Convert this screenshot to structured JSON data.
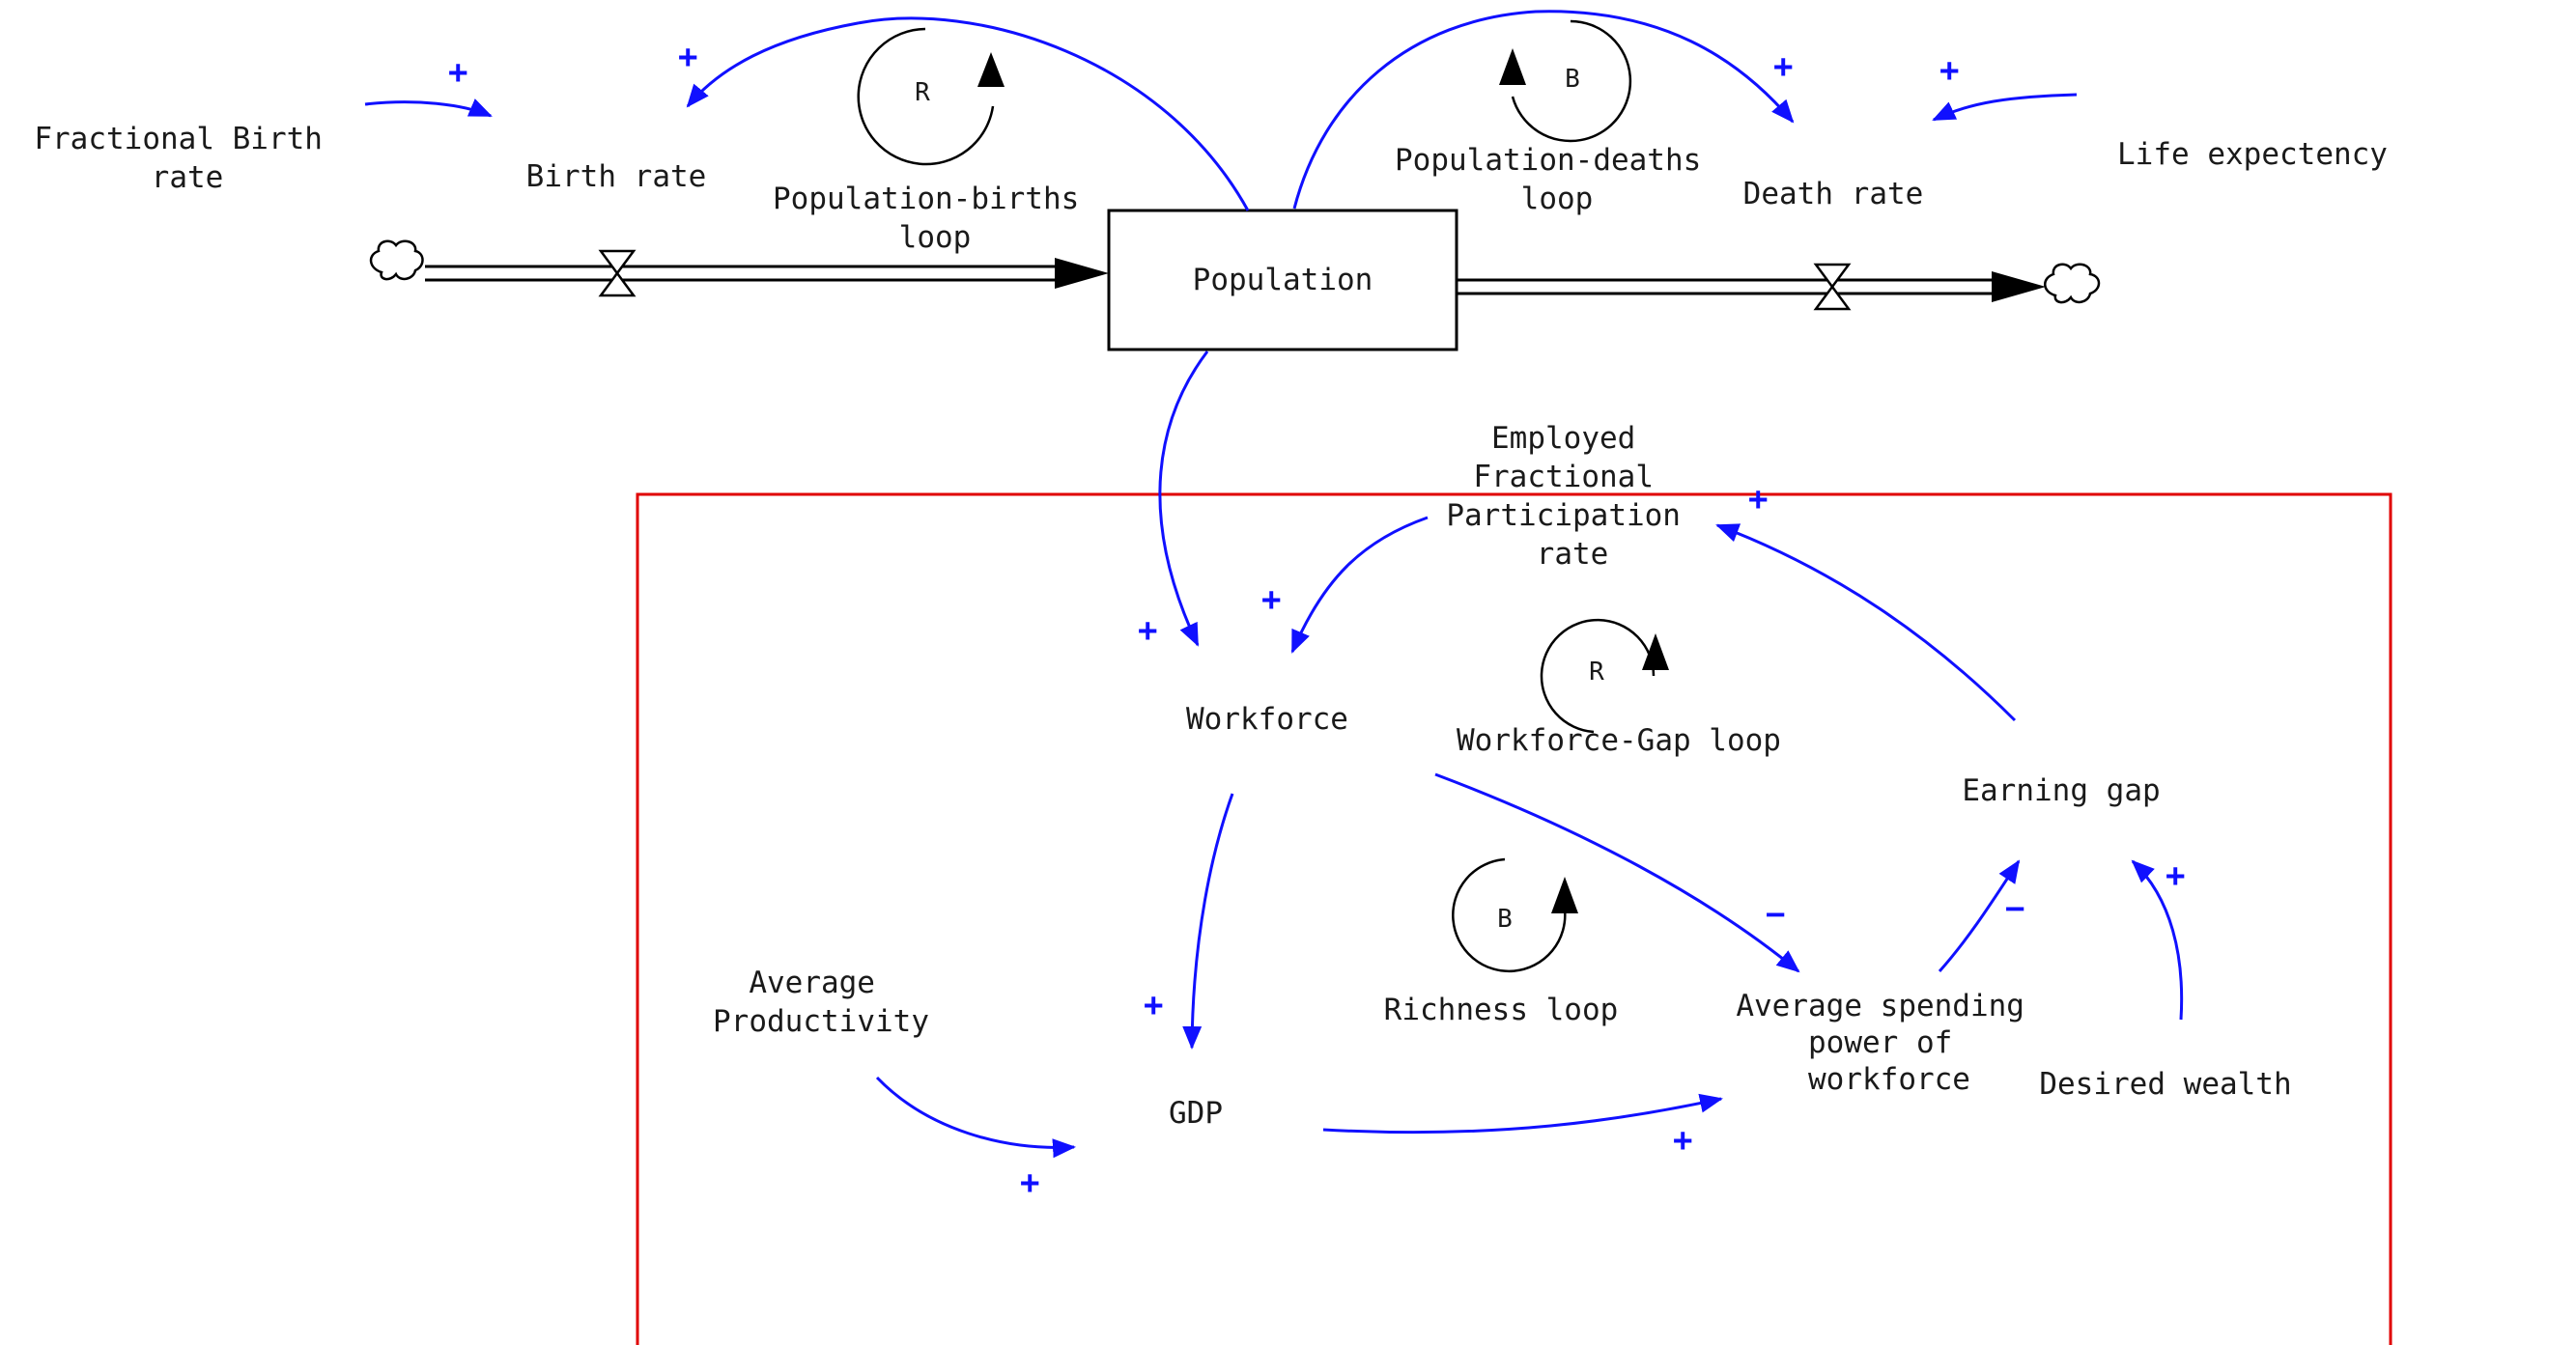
{
  "nodes": {
    "fractional_birth_rate": [
      "Fractional Birth",
      "rate"
    ],
    "birth_rate": [
      "Birth rate"
    ],
    "population_births_loop": [
      "Population-births",
      "loop"
    ],
    "population": "Population",
    "population_deaths_loop": [
      "Population-deaths",
      "loop"
    ],
    "death_rate": [
      "Death rate"
    ],
    "life_expectency": [
      "Life expectency"
    ],
    "employed_fractional_participation_rate": [
      "Employed",
      "Fractional",
      "Participation",
      "rate"
    ],
    "workforce": [
      "Workforce"
    ],
    "workforce_gap_loop": [
      "Workforce-Gap loop"
    ],
    "earning_gap": [
      "Earning gap"
    ],
    "richness_loop": [
      "Richness loop"
    ],
    "average_productivity": [
      "Average",
      "Productivity"
    ],
    "gdp": [
      "GDP"
    ],
    "average_spending_power": [
      "Average spending",
      "power of",
      "workforce"
    ],
    "desired_wealth": [
      "Desired wealth"
    ]
  },
  "loop_markers": {
    "population_births": "R",
    "population_deaths": "B",
    "workforce_gap": "R",
    "richness": "B"
  },
  "links": [
    {
      "from": "Fractional Birth rate",
      "to": "Birth rate",
      "polarity": "+"
    },
    {
      "from": "Population",
      "to": "Birth rate",
      "polarity": "+"
    },
    {
      "from": "Population",
      "to": "Death rate",
      "polarity": "+"
    },
    {
      "from": "Life expectency",
      "to": "Death rate",
      "polarity": "+"
    },
    {
      "from": "Population",
      "to": "Workforce",
      "polarity": "+"
    },
    {
      "from": "Employed Fractional Participation rate",
      "to": "Workforce",
      "polarity": "+"
    },
    {
      "from": "Earning gap",
      "to": "Employed Fractional Participation rate",
      "polarity": "+"
    },
    {
      "from": "Workforce",
      "to": "GDP",
      "polarity": "+"
    },
    {
      "from": "Average Productivity",
      "to": "GDP",
      "polarity": "+"
    },
    {
      "from": "GDP",
      "to": "Average spending power of workforce",
      "polarity": "+"
    },
    {
      "from": "Workforce",
      "to": "Average spending power of workforce",
      "polarity": "−"
    },
    {
      "from": "Average spending power of workforce",
      "to": "Earning gap",
      "polarity": "−"
    },
    {
      "from": "Desired wealth",
      "to": "Earning gap",
      "polarity": "+"
    }
  ],
  "colors": {
    "link": "#1010ff",
    "boundary": "#e00000",
    "stock": "#000000",
    "text": "#1a1a1a"
  }
}
